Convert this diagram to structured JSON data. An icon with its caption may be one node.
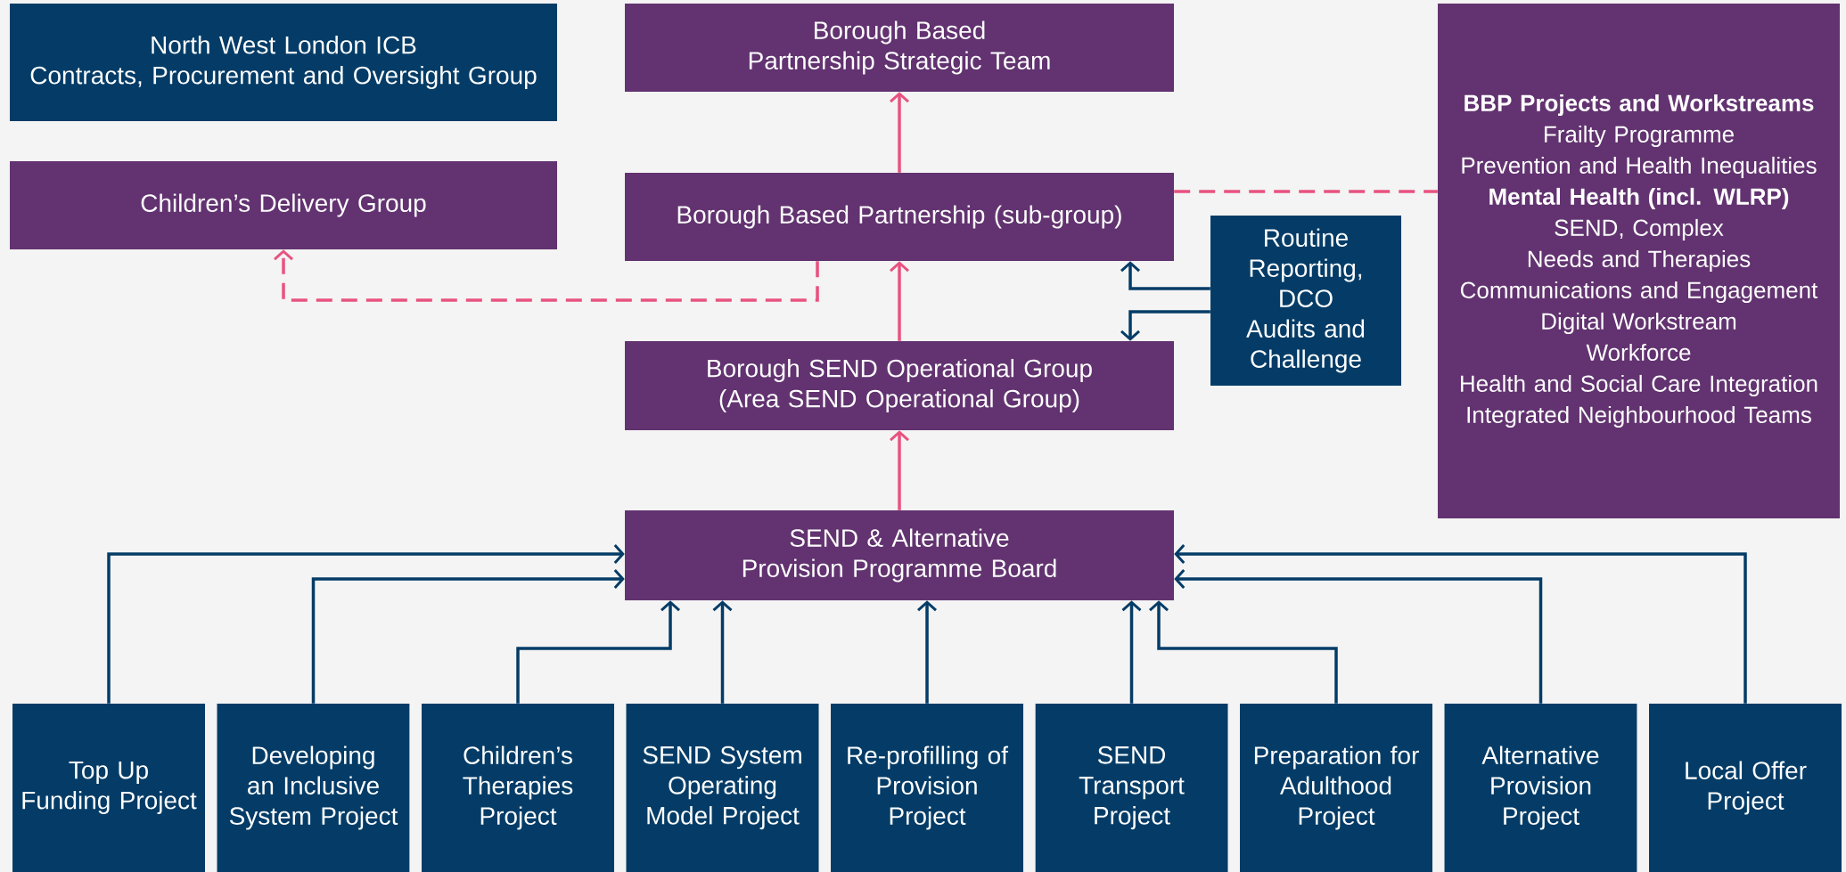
{
  "diagram": {
    "nodes": [
      {
        "text": [
          "North West London ICB",
          "Contracts, Procurement and Oversight Group"
        ]
      },
      {
        "text": [
          "Children’s Delivery Group"
        ]
      },
      {
        "text": [
          "Borough Based Partnership Strategic Team"
        ]
      },
      {
        "text": [
          "Borough Based Partnership (sub-group)"
        ]
      },
      {
        "text": [
          "Routine Reporting, DCO",
          "Audits and Challenge"
        ]
      },
      {
        "text": [
          "Borough SEND Operational Group (Area SEND Operational Group)"
        ]
      },
      {
        "text": [
          "BBP Projects and Workstreams",
          "Frailty Programme",
          "Prevention and Health Inequalities",
          "Mental Health (incl. WLRP)",
          "SEND, Complex Needs and Therapies",
          "Communications and Engagement",
          "Digital Workstream",
          "Workforce",
          "Health and Social Care Integration",
          "Integrated Neighbourhood Teams"
        ]
      },
      {
        "text": [
          "SEND & Alternative Provision Programme Board"
        ]
      },
      {
        "text": [
          "Top Up Funding Project"
        ]
      },
      {
        "text": [
          "Developing an Inclusive System Project"
        ]
      },
      {
        "text": [
          "Children’s Therapies Project"
        ]
      },
      {
        "text": [
          "SEND System Operating Model Project"
        ]
      },
      {
        "text": [
          "Re-profilling of Provision Project"
        ]
      },
      {
        "text": [
          "SEND Transport Project"
        ]
      },
      {
        "text": [
          "Preparation for Adulthood Project"
        ]
      },
      {
        "text": [
          "Alternative Provision Project"
        ]
      },
      {
        "text": [
          "Local Offer Project"
        ]
      }
    ],
    "edges": [
      {
        "from": 3,
        "to": 2,
        "arrow": "to",
        "color": "#e8527f"
      },
      {
        "from": 5,
        "to": 3,
        "arrow": "to",
        "color": "#e8527f"
      },
      {
        "from": 7,
        "to": 5,
        "arrow": "to",
        "color": "#e8527f"
      },
      {
        "from": 3,
        "to": 1,
        "arrow": "to",
        "style": "dashed",
        "color": "#e8527f"
      },
      {
        "from": 3,
        "to": 6,
        "arrow": "none",
        "style": "dashed",
        "color": "#e8527f"
      },
      {
        "from": 4,
        "to": 3,
        "arrow": "to"
      },
      {
        "from": 4,
        "to": 5,
        "arrow": "to"
      },
      {
        "from": 8,
        "to": 7,
        "arrow": "to"
      },
      {
        "from": 9,
        "to": 7,
        "arrow": "to"
      },
      {
        "from": 10,
        "to": 7,
        "arrow": "to"
      },
      {
        "from": 11,
        "to": 7,
        "arrow": "to"
      },
      {
        "from": 12,
        "to": 7,
        "arrow": "to"
      },
      {
        "from": 13,
        "to": 7,
        "arrow": "to"
      },
      {
        "from": 14,
        "to": 7,
        "arrow": "to"
      },
      {
        "from": 15,
        "to": 7,
        "arrow": "to"
      },
      {
        "from": 16,
        "to": 7,
        "arrow": "to"
      }
    ]
  }
}
